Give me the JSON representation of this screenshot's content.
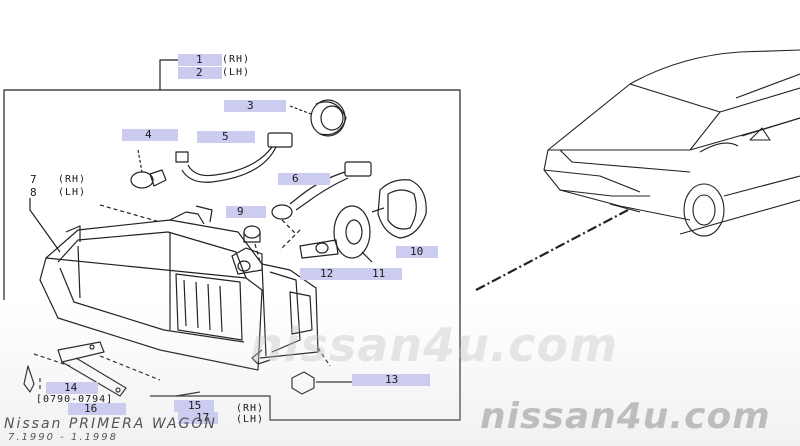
{
  "parts": [
    {
      "id": "part-1",
      "num": "1",
      "variant": "(RH)"
    },
    {
      "id": "part-2",
      "num": "2",
      "variant": "(LH)"
    },
    {
      "id": "part-3",
      "num": "3"
    },
    {
      "id": "part-4",
      "num": "4"
    },
    {
      "id": "part-5",
      "num": "5"
    },
    {
      "id": "part-6",
      "num": "6"
    },
    {
      "id": "part-7",
      "num": "7",
      "variant": "(RH)"
    },
    {
      "id": "part-8",
      "num": "8",
      "variant": "(LH)"
    },
    {
      "id": "part-9",
      "num": "9"
    },
    {
      "id": "part-10",
      "num": "10"
    },
    {
      "id": "part-11",
      "num": "11"
    },
    {
      "id": "part-12",
      "num": "12"
    },
    {
      "id": "part-13",
      "num": "13"
    },
    {
      "id": "part-14",
      "num": "14",
      "note": "[0790-0794]"
    },
    {
      "id": "part-15",
      "num": "15",
      "variant": "(RH)"
    },
    {
      "id": "part-16",
      "num": "16"
    },
    {
      "id": "part-17",
      "num": "17",
      "variant": "(LH)"
    }
  ],
  "footer": {
    "model": "Nissan PRIMERA WAGON",
    "dates": "7.1990 - 1.1998"
  },
  "watermark": {
    "center": "nissan4u.com",
    "corner": "nissan4u.com"
  },
  "colors": {
    "label_highlight": "#ccccf0",
    "line": "#222222",
    "watermark": "#bdbdbd"
  }
}
